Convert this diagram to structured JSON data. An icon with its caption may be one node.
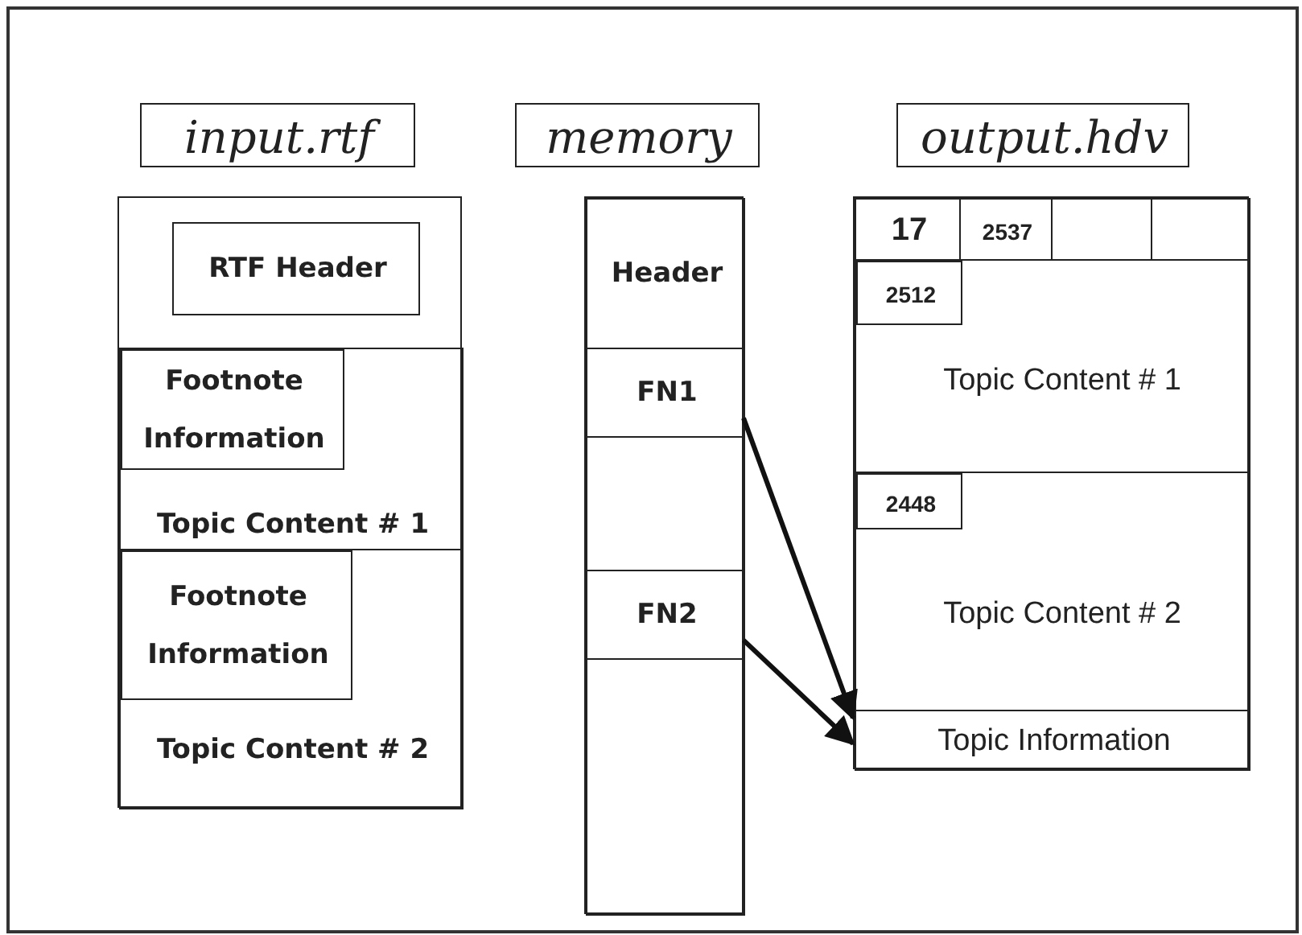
{
  "diagram": {
    "nodes": [
      {
        "text": [
          "input.rtf"
        ]
      },
      {
        "text": [
          "memory"
        ]
      },
      {
        "text": [
          "output.hdv"
        ]
      },
      {
        "text": [],
        "shape": "box"
      },
      {
        "text": [
          "RTF Header"
        ],
        "in": 3
      },
      {
        "text": [
          "Topic Content # 1"
        ],
        "in": 3
      },
      {
        "text": [
          "Footnote Information"
        ],
        "in": 5
      },
      {
        "text": [
          "Topic Content # 2"
        ],
        "in": 3
      },
      {
        "text": [
          "Footnote Information"
        ],
        "in": 7
      },
      {
        "text": [],
        "shape": "box"
      },
      {
        "text": [
          "Header"
        ],
        "in": 9
      },
      {
        "text": [
          "FN1"
        ],
        "in": 9
      },
      {
        "text": [],
        "shape": "box",
        "in": 9
      },
      {
        "text": [
          "FN2"
        ],
        "in": 9
      },
      {
        "text": [],
        "shape": "box",
        "in": 9
      },
      {
        "text": [],
        "shape": "box"
      },
      {
        "text": [
          "17"
        ],
        "in": 15
      },
      {
        "text": [
          "2537"
        ],
        "in": 15
      },
      {
        "text": [],
        "shape": "box",
        "in": 15
      },
      {
        "text": [],
        "shape": "box",
        "in": 15
      },
      {
        "text": [
          "Topic Content # 1"
        ],
        "in": 15
      },
      {
        "text": [
          "2512"
        ],
        "in": 20
      },
      {
        "text": [
          "Topic Content # 2"
        ],
        "in": 15
      },
      {
        "text": [
          "2448"
        ],
        "in": 22
      },
      {
        "text": [
          "Topic Information"
        ],
        "in": 15
      }
    ],
    "edges": [
      {
        "from": 11,
        "to": 24,
        "arrow": "to"
      },
      {
        "from": 13,
        "to": 24,
        "arrow": "to"
      }
    ]
  }
}
